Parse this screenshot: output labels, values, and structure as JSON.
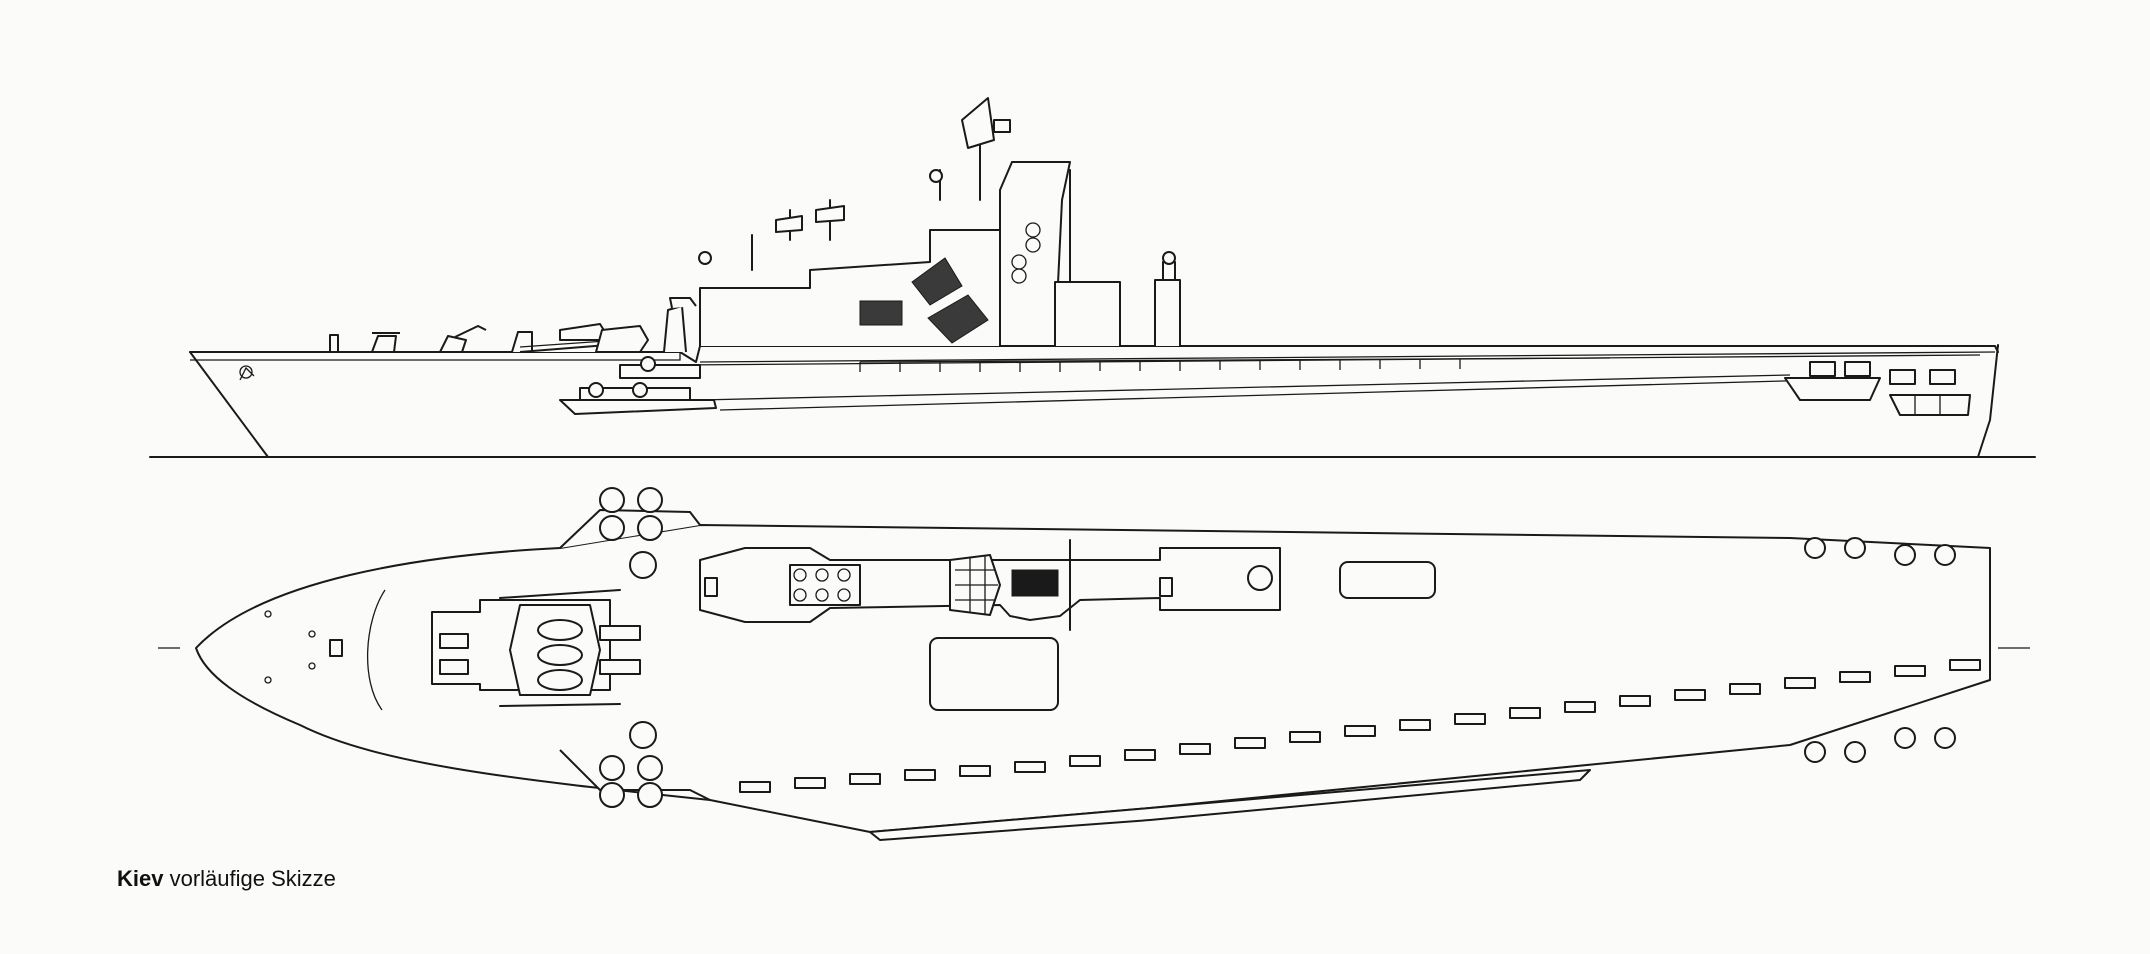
{
  "caption": {
    "ship_name": "Kiev",
    "note": "vorläufige Skizze"
  },
  "views": [
    {
      "id": "side-elevation"
    },
    {
      "id": "plan-view"
    }
  ],
  "colors": {
    "ink": "#1a1a1a",
    "paper": "#fbfbf9"
  }
}
